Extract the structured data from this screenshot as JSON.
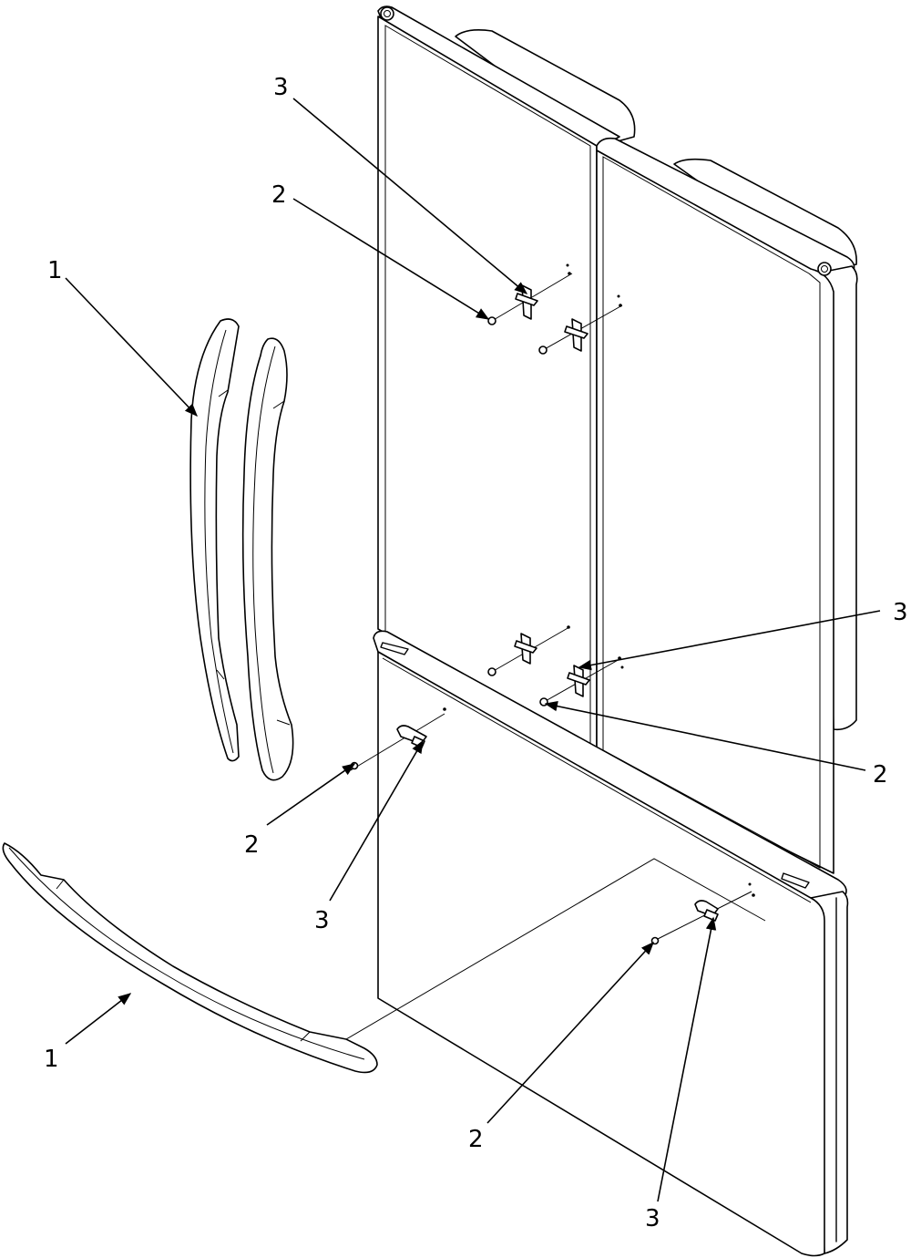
{
  "callouts": {
    "c1a": "1",
    "c1b": "1",
    "c2a": "2",
    "c2b": "2",
    "c2c": "2",
    "c2d": "2",
    "c3a": "3",
    "c3b": "3",
    "c3c": "3",
    "c3d": "3"
  }
}
